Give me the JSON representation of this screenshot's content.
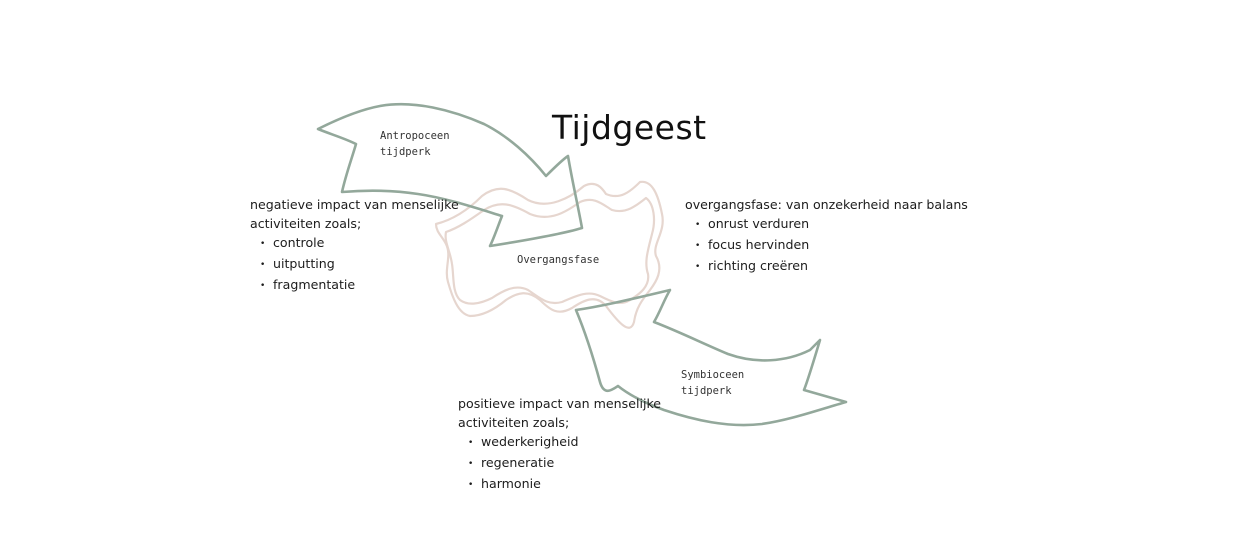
{
  "title": "Tijdgeest",
  "colors": {
    "arrow_stroke": "#93a89b",
    "blob_stroke": "#e6d6cf",
    "text": "#1c1c1c"
  },
  "nodes": {
    "antropoceen": {
      "line1": "Antropoceen",
      "line2": "tijdperk"
    },
    "overgangsfase": {
      "label": "Overgangsfase"
    },
    "symbioceen": {
      "line1": "Symbioceen",
      "line2": "tijdperk"
    }
  },
  "blocks": {
    "negative": {
      "line1": "negatieve impact van menselijke",
      "line2": "activiteiten zoals;",
      "items": [
        "controle",
        "uitputting",
        "fragmentatie"
      ]
    },
    "transition": {
      "line1": "overgangsfase: van onzekerheid naar balans",
      "items": [
        "onrust verduren",
        "focus hervinden",
        "richting creëren"
      ]
    },
    "positive": {
      "line1": "positieve impact van menselijke",
      "line2": "activiteiten zoals;",
      "items": [
        "wederkerigheid",
        "regeneratie",
        "harmonie"
      ]
    }
  }
}
